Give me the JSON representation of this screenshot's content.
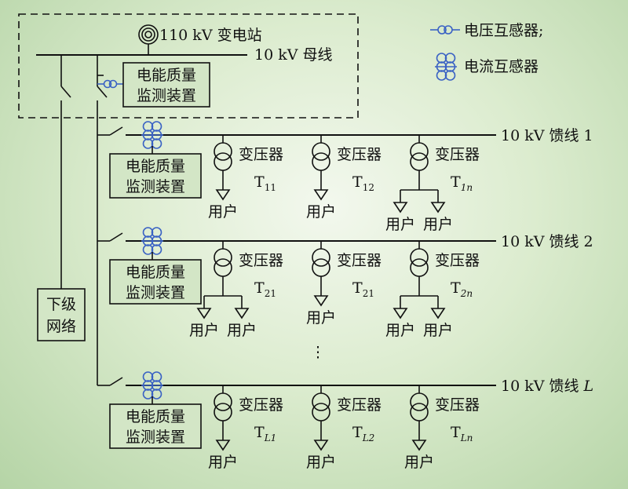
{
  "substation": {
    "title": "110 kV 变电站",
    "busbar": "10 kV 母线"
  },
  "legend": {
    "vt": "电压互感器;",
    "ct": "电流互感器"
  },
  "monitor_label": [
    "电能质量",
    "监测装置"
  ],
  "lower_network": [
    "下级",
    "网络"
  ],
  "transformer_word": "变压器",
  "user_word": "用户",
  "ellipsis": "⋮",
  "feeders": [
    {
      "label_main": "10 kV 馈线 ",
      "label_idx": "1",
      "label_idx_italic": false,
      "transformers": [
        {
          "sym": "T",
          "sub": "11",
          "sub_italic": false,
          "users": 1
        },
        {
          "sym": "T",
          "sub": "12",
          "sub_italic": false,
          "users": 1
        },
        {
          "sym": "T",
          "sub": "1n",
          "sub_italic": true,
          "users": 2
        }
      ]
    },
    {
      "label_main": "10 kV 馈线 ",
      "label_idx": "2",
      "label_idx_italic": false,
      "transformers": [
        {
          "sym": "T",
          "sub": "21",
          "sub_italic": false,
          "users": 2
        },
        {
          "sym": "T",
          "sub": "21",
          "sub_italic": false,
          "users": 1
        },
        {
          "sym": "T",
          "sub": "2n",
          "sub_italic": true,
          "users": 2
        }
      ]
    },
    {
      "label_main": "10 kV 馈线 ",
      "label_idx": "L",
      "label_idx_italic": true,
      "transformers": [
        {
          "sym": "T",
          "sub": "L1",
          "sub_italic": true,
          "users": 1
        },
        {
          "sym": "T",
          "sub": "L2",
          "sub_italic": true,
          "users": 1
        },
        {
          "sym": "T",
          "sub": "Ln",
          "sub_italic": true,
          "users": 1
        }
      ]
    }
  ],
  "colors": {
    "line": "#111111",
    "ct_vt": "#3a62c4",
    "box_fill": "#d3e6c6"
  }
}
